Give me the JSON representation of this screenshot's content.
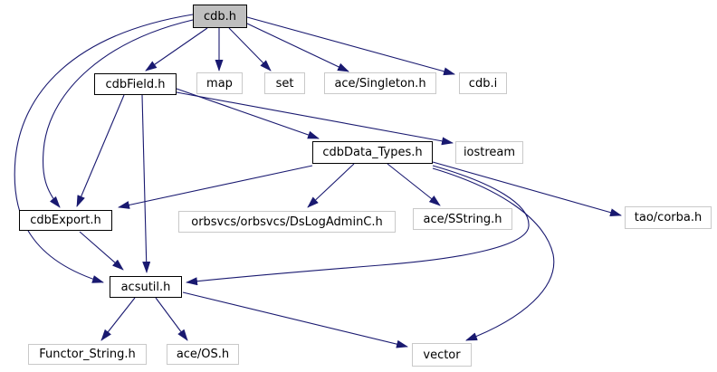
{
  "diagram": {
    "kind": "include-dependency-graph",
    "root_file": "cdb.h",
    "colors": {
      "edge": "#191970",
      "main_node_fill": "#bfbfbf",
      "internal_node_border": "#000000",
      "external_node_border": "#c9c9c9",
      "background": "#ffffff",
      "text": "#000000"
    },
    "nodes": [
      {
        "id": "cdb.h",
        "label": "cdb.h",
        "kind": "main"
      },
      {
        "id": "cdbField.h",
        "label": "cdbField.h",
        "kind": "internal"
      },
      {
        "id": "map",
        "label": "map",
        "kind": "external"
      },
      {
        "id": "set",
        "label": "set",
        "kind": "external"
      },
      {
        "id": "ace/Singleton.h",
        "label": "ace/Singleton.h",
        "kind": "external"
      },
      {
        "id": "cdb.i",
        "label": "cdb.i",
        "kind": "external"
      },
      {
        "id": "cdbData_Types.h",
        "label": "cdbData_Types.h",
        "kind": "internal"
      },
      {
        "id": "iostream",
        "label": "iostream",
        "kind": "external"
      },
      {
        "id": "cdbExport.h",
        "label": "cdbExport.h",
        "kind": "internal"
      },
      {
        "id": "DsLogAdminC.h",
        "label": "orbsvcs/orbsvcs/DsLogAdminC.h",
        "kind": "external"
      },
      {
        "id": "ace/SString.h",
        "label": "ace/SString.h",
        "kind": "external"
      },
      {
        "id": "tao/corba.h",
        "label": "tao/corba.h",
        "kind": "external"
      },
      {
        "id": "acsutil.h",
        "label": "acsutil.h",
        "kind": "internal"
      },
      {
        "id": "Functor_String.h",
        "label": "Functor_String.h",
        "kind": "external"
      },
      {
        "id": "ace/OS.h",
        "label": "ace/OS.h",
        "kind": "external"
      },
      {
        "id": "vector",
        "label": "vector",
        "kind": "external"
      }
    ],
    "edges": [
      {
        "from": "cdb.h",
        "to": "cdbField.h"
      },
      {
        "from": "cdb.h",
        "to": "map"
      },
      {
        "from": "cdb.h",
        "to": "set"
      },
      {
        "from": "cdb.h",
        "to": "ace/Singleton.h"
      },
      {
        "from": "cdb.h",
        "to": "cdb.i"
      },
      {
        "from": "cdb.h",
        "to": "cdbExport.h"
      },
      {
        "from": "cdb.h",
        "to": "acsutil.h"
      },
      {
        "from": "cdbField.h",
        "to": "cdbData_Types.h"
      },
      {
        "from": "cdbField.h",
        "to": "iostream"
      },
      {
        "from": "cdbField.h",
        "to": "cdbExport.h"
      },
      {
        "from": "cdbField.h",
        "to": "acsutil.h"
      },
      {
        "from": "cdbData_Types.h",
        "to": "DsLogAdminC.h"
      },
      {
        "from": "cdbData_Types.h",
        "to": "ace/SString.h"
      },
      {
        "from": "cdbData_Types.h",
        "to": "tao/corba.h"
      },
      {
        "from": "cdbData_Types.h",
        "to": "cdbExport.h"
      },
      {
        "from": "cdbData_Types.h",
        "to": "acsutil.h"
      },
      {
        "from": "cdbData_Types.h",
        "to": "vector"
      },
      {
        "from": "cdbExport.h",
        "to": "acsutil.h"
      },
      {
        "from": "acsutil.h",
        "to": "Functor_String.h"
      },
      {
        "from": "acsutil.h",
        "to": "ace/OS.h"
      },
      {
        "from": "acsutil.h",
        "to": "vector"
      }
    ]
  }
}
